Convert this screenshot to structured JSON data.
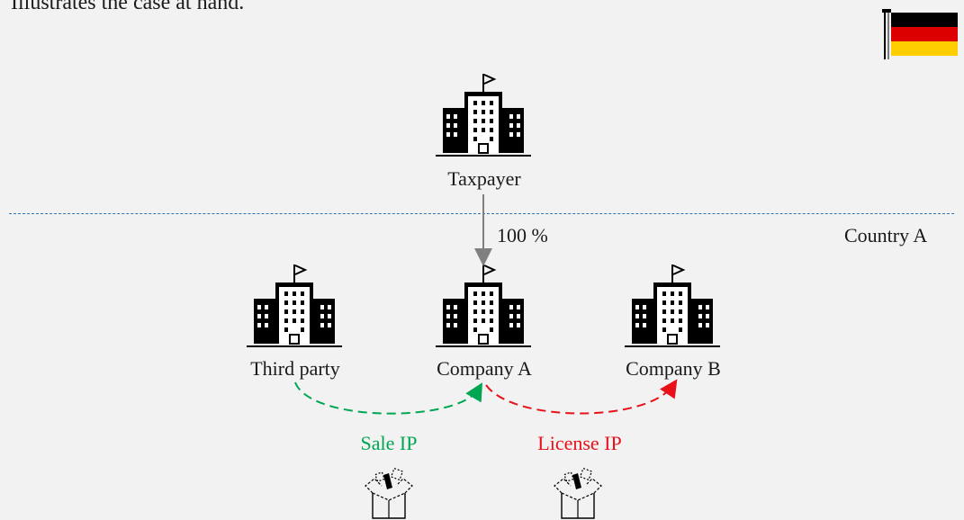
{
  "intro_text": "Illustrates the case at hand.",
  "flag": {
    "country": "Germany",
    "icon": "germany-flag-icon",
    "colors": [
      "#000000",
      "#dd0000",
      "#ffce00"
    ]
  },
  "divider": {
    "color": "#2e75b6",
    "style": "dashed"
  },
  "country_label": "Country A",
  "entities": {
    "taxpayer": {
      "label": "Taxpayer",
      "icon": "office-building-icon"
    },
    "third_party": {
      "label": "Third party",
      "icon": "office-building-icon"
    },
    "company_a": {
      "label": "Company A",
      "icon": "office-building-icon"
    },
    "company_b": {
      "label": "Company B",
      "icon": "office-building-icon"
    }
  },
  "ownership": {
    "label": "100 %",
    "from": "Taxpayer",
    "to": "Company A",
    "color": "#808080"
  },
  "transactions": [
    {
      "label": "Sale IP",
      "from": "Third party",
      "to": "Company A",
      "color": "#00a651",
      "style": "dashed",
      "icon": "ip-box-icon"
    },
    {
      "label": "License IP",
      "from": "Company A",
      "to": "Company B",
      "color": "#e8111a",
      "style": "dashed",
      "icon": "ip-box-icon"
    }
  ]
}
